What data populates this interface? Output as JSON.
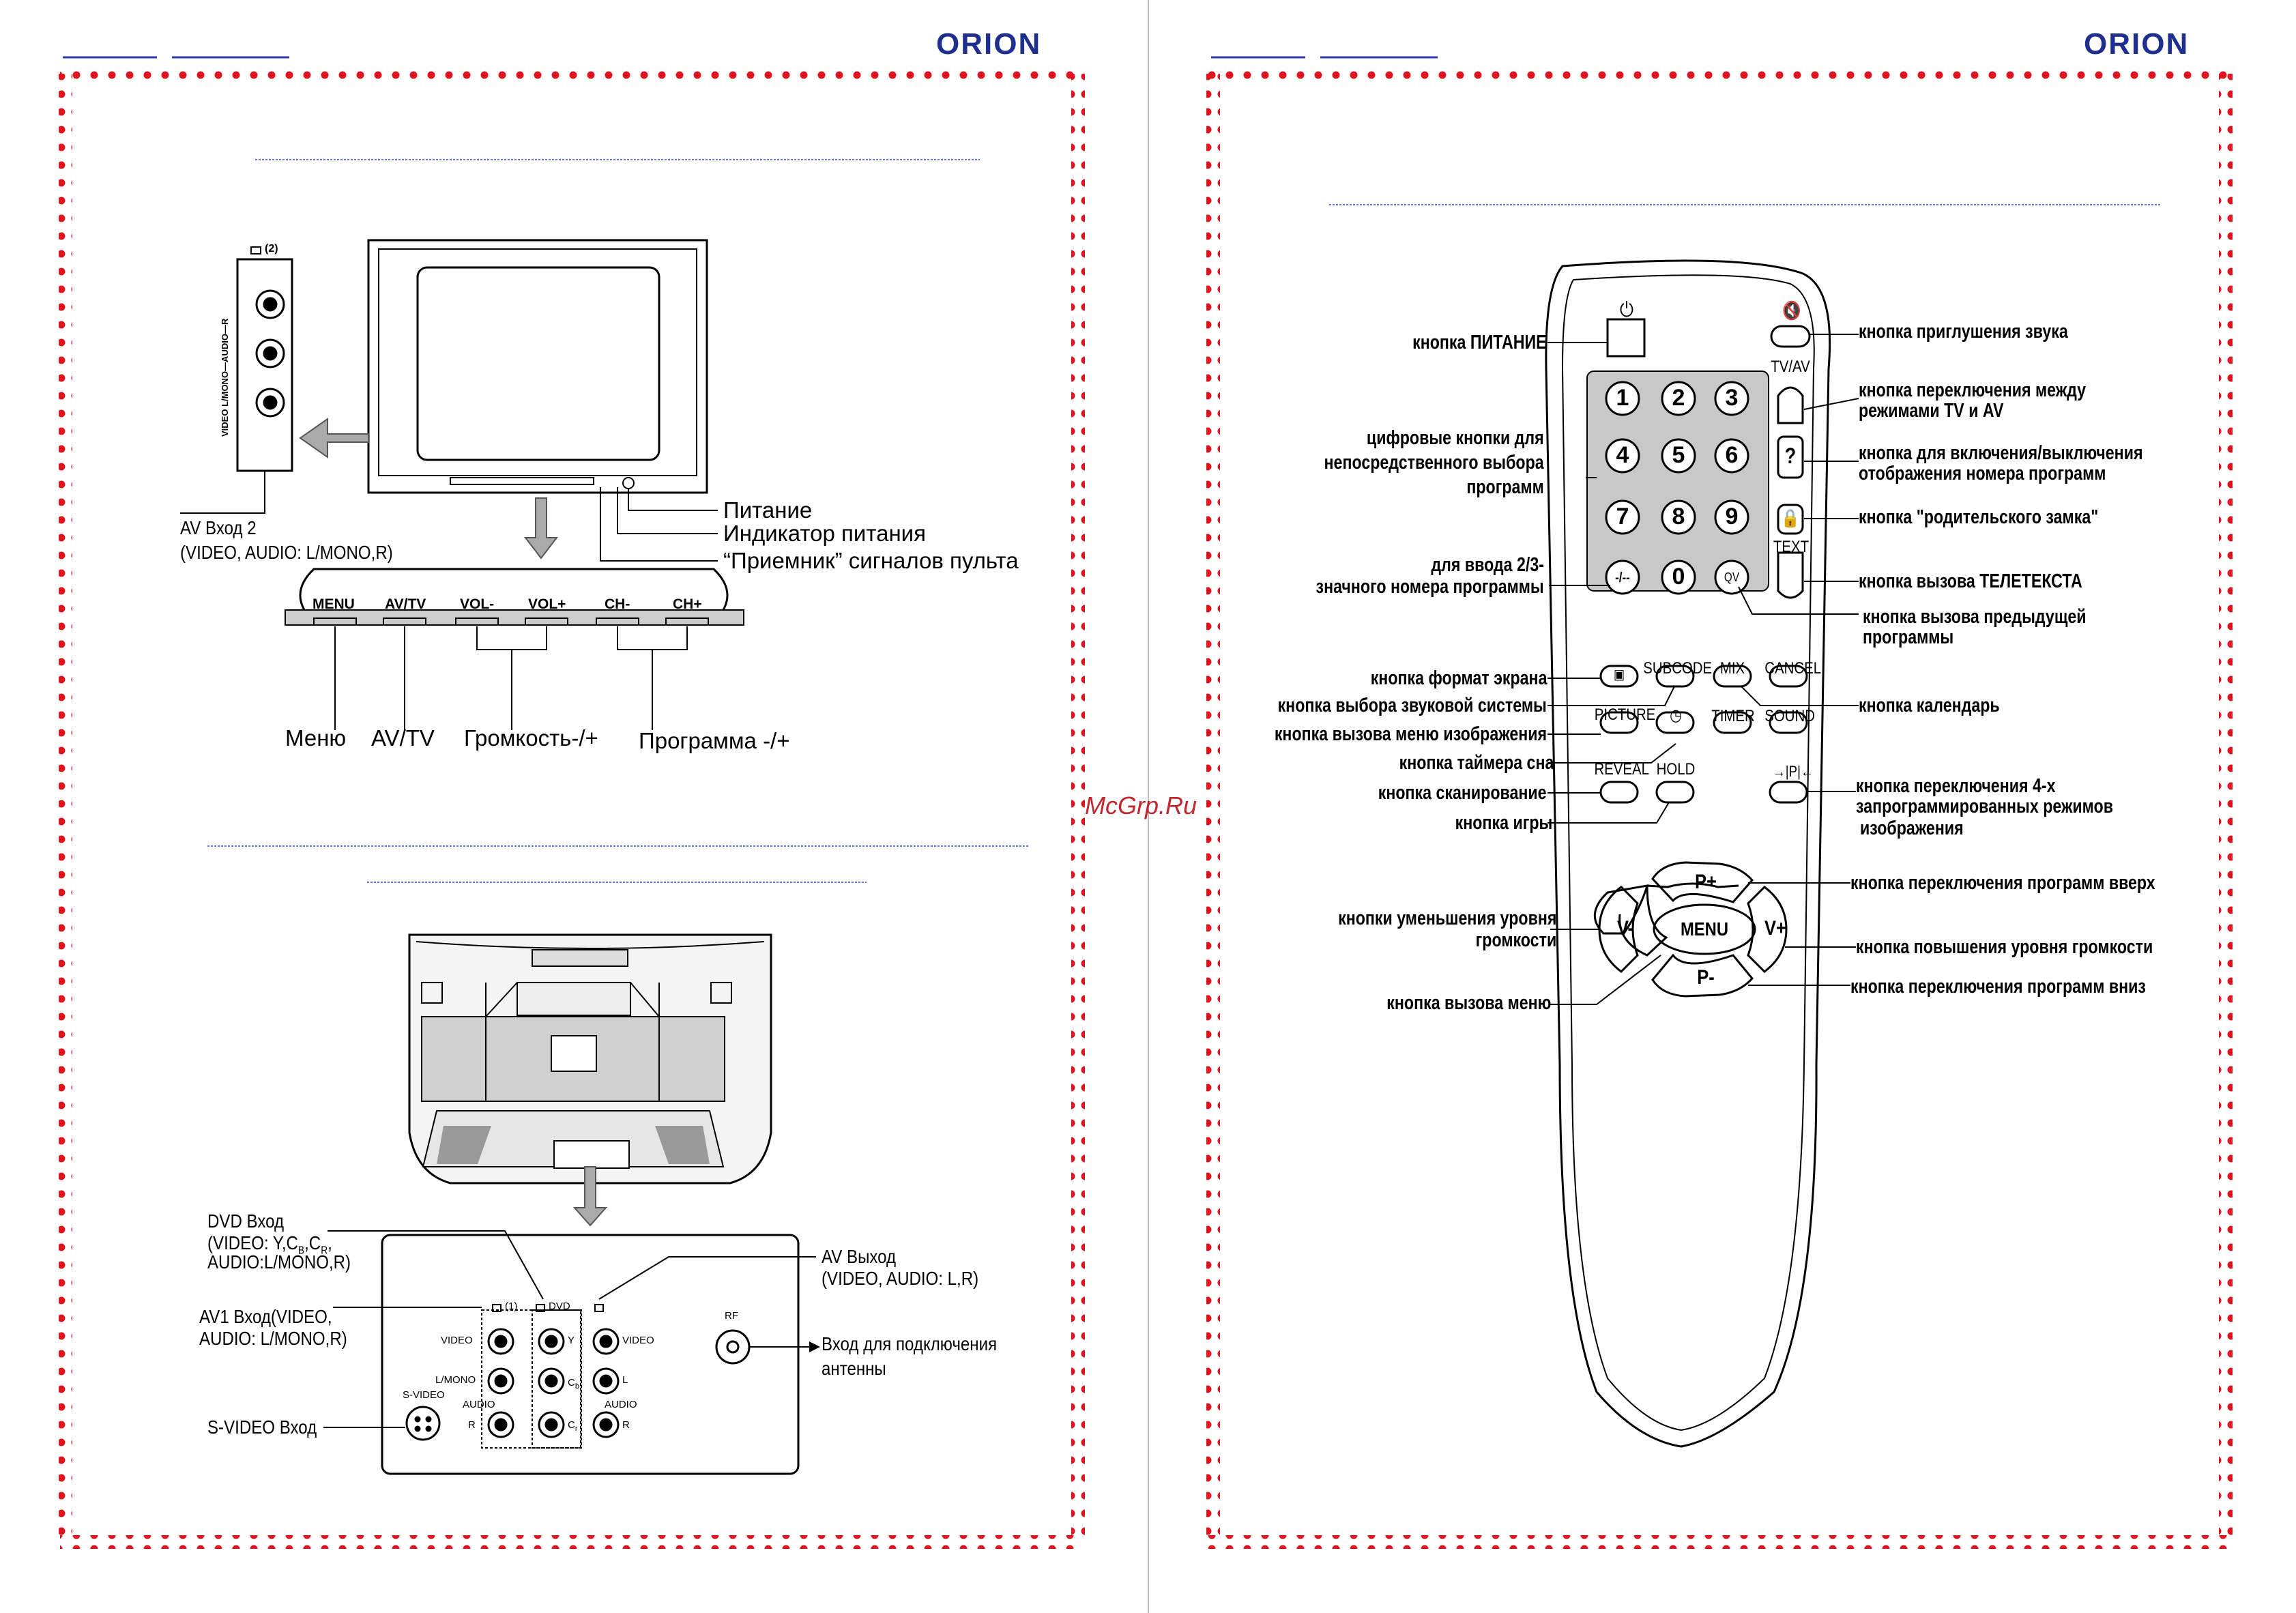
{
  "brand": "ORION",
  "watermark": "McGrp.Ru",
  "tv_front": {
    "side_panel": {
      "input_label": "(2)",
      "jacks_label": "VIDEO   L/MONO—AUDIO—R"
    },
    "av_input": [
      "AV Вход 2",
      "(VIDEO, AUDIO: L/MONO,R)"
    ],
    "callouts": [
      "Питание",
      "Индикатор питания",
      "“Приемник” сигналов  пульта"
    ],
    "panel_buttons": [
      "MENU",
      "AV/TV",
      "VOL-",
      "VOL+",
      "CH-",
      "CH+"
    ],
    "panel_labels": [
      "Меню",
      "AV/TV",
      "Громкость-/+",
      "Программа -/+"
    ]
  },
  "tv_rear": {
    "dvd_in": [
      "DVD Вход",
      "(VIDEO: Y,C",
      "AUDIO:L/MONO,R)"
    ],
    "dvd_sub": [
      "B",
      "R"
    ],
    "av1_in": [
      "AV1 Вход(VIDEO,",
      "AUDIO: L/MONO,R)"
    ],
    "svideo_in": "S-VIDEO Вход",
    "av_out": [
      "AV Выход",
      "(VIDEO, AUDIO: L,R)"
    ],
    "antenna_in": [
      "Вход для подключения",
      "антенны"
    ],
    "jack_labels": {
      "in1": "(1)",
      "dvd": "DVD",
      "video": "VIDEO",
      "lmono": "L/MONO",
      "audio": "AUDIO",
      "r": "R",
      "svideo": "S-VIDEO",
      "y": "Y",
      "cb": "C",
      "cr": "C",
      "sub_b": "b",
      "sub_r": "r",
      "l": "L",
      "rf": "RF"
    }
  },
  "remote": {
    "keys": {
      "tvav": "TV/AV",
      "text": "TEXT",
      "qv": "QV",
      "dash": "-/--",
      "subcode": "SUBCODE",
      "mix": "MIX",
      "cancel": "CANCEL",
      "picture": "PICTURE",
      "timer": "TIMER",
      "sound": "SOUND",
      "reveal": "REVEAL",
      "hold": "HOLD",
      "pplus": "P+",
      "pminus": "P-",
      "vminus": "V-",
      "vplus": "V+",
      "menu": "MENU",
      "q": "?"
    },
    "digits": [
      "1",
      "2",
      "3",
      "4",
      "5",
      "6",
      "7",
      "8",
      "9",
      "0"
    ],
    "left_labels": {
      "power": "кнопка ПИТАНИЕ",
      "digits": [
        "цифровые кнопки для",
        "непосредственного выбора",
        "программ"
      ],
      "entry": [
        "для ввода 2/3-",
        "значного номера программы"
      ],
      "format": "кнопка формат экрана",
      "sound_sys": "кнопка выбора звуковой системы",
      "picture_menu": "кнопка вызова меню изображения",
      "sleep": "кнопка таймера сна",
      "scan": "кнопка сканирование",
      "game": "кнопка игры",
      "vol_down": [
        "кнопки уменьшения уровня",
        "громкости"
      ],
      "menu": "кнопка вызова меню"
    },
    "right_labels": {
      "mute": "кнопка приглушения звука",
      "tvav": [
        "кнопка переключения между",
        "режимами TV и AV"
      ],
      "display": [
        "кнопка для включения/выключения",
        "отображения номера программ"
      ],
      "lock": "кнопка \"родительского замка\"",
      "teletext": "кнопка вызова ТЕЛЕТЕКСТА",
      "prev": [
        "кнопка вызова предыдущей",
        "программы"
      ],
      "calendar": "кнопка календарь",
      "pic_mode": [
        "кнопка переключения 4-х",
        "запрограммированных режимов",
        "изображения"
      ],
      "prog_up": "кнопка переключения программ вверх",
      "vol_up": "кнопка повышения уровня громкости",
      "prog_down": "кнопка переключения программ вниз"
    }
  }
}
